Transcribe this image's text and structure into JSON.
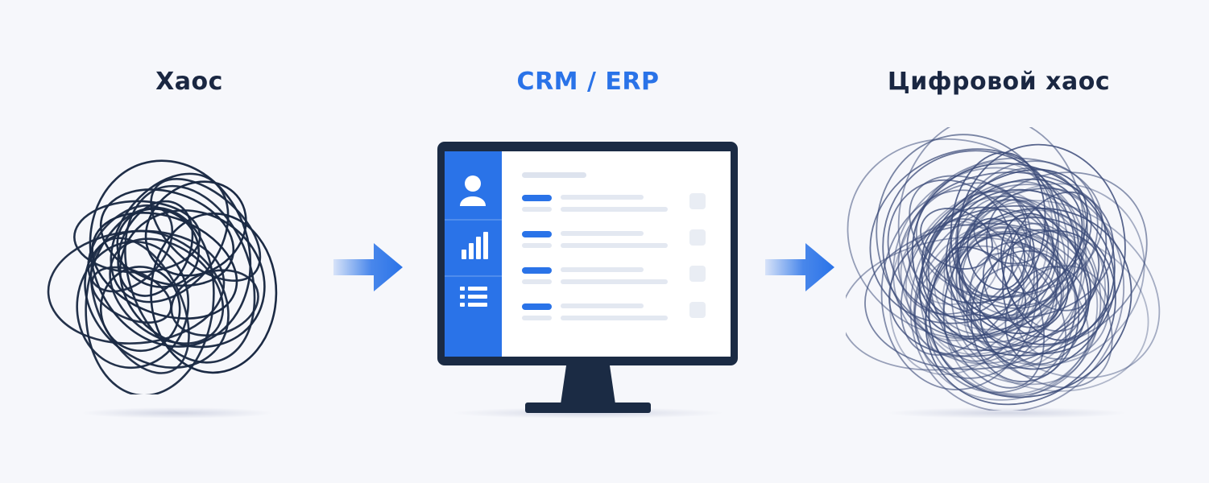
{
  "steps": [
    {
      "title": "Хаос",
      "color": "#1a2742",
      "visual": "tangle"
    },
    {
      "title": "CRM / ERP",
      "color": "#2a73e8",
      "visual": "monitor"
    },
    {
      "title": "Цифровой хаос",
      "color": "#1a2742",
      "visual": "dense-tangle"
    }
  ],
  "connectors": [
    {
      "from": "Хаос",
      "to": "CRM / ERP",
      "icon": "arrow-right-icon",
      "color": "#2a73e8"
    },
    {
      "from": "CRM / ERP",
      "to": "Цифровой хаос",
      "icon": "arrow-right-icon",
      "color": "#2a73e8"
    }
  ],
  "screen": {
    "sidebar_color": "#2a73e8",
    "sidebar_icons": [
      "user-icon",
      "bar-chart-icon",
      "list-icon"
    ],
    "row_count": 4
  }
}
